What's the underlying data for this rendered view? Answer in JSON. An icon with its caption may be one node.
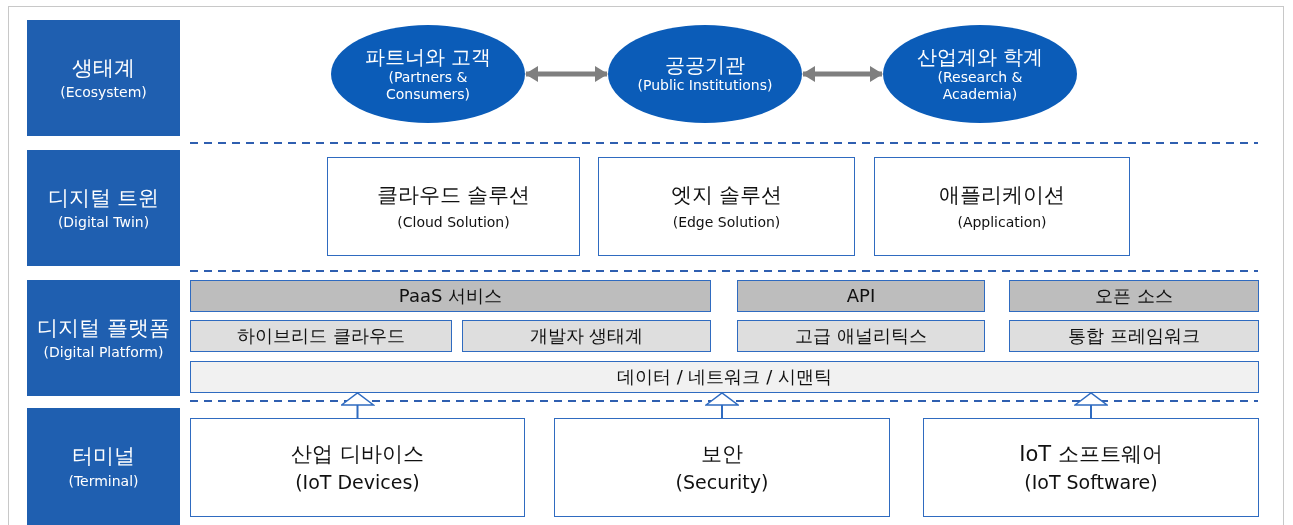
{
  "diagram": {
    "nodes": [
      {
        "text": [
          "생태계",
          "(Ecosystem)"
        ]
      },
      {
        "text": [
          "파트너와 고객",
          "(Partners & Consumers)"
        ]
      },
      {
        "text": [
          "공공기관",
          "(Public Institutions)"
        ]
      },
      {
        "text": [
          "산업계와 학계",
          "(Research & Academia)"
        ]
      },
      {
        "text": [
          "디지털 트윈",
          "(Digital Twin)"
        ]
      },
      {
        "text": [
          "클라우드 솔루션",
          "(Cloud Solution)"
        ]
      },
      {
        "text": [
          "엣지 솔루션",
          "(Edge Solution)"
        ]
      },
      {
        "text": [
          "애플리케이션",
          "(Application)"
        ]
      },
      {
        "text": [
          "디지털 플랫폼",
          "(Digital Platform)"
        ]
      },
      {
        "text": [
          "PaaS 서비스"
        ]
      },
      {
        "text": [
          "API"
        ]
      },
      {
        "text": [
          "오픈 소스"
        ]
      },
      {
        "text": [
          "하이브리드 클라우드"
        ]
      },
      {
        "text": [
          "개발자 생태계"
        ]
      },
      {
        "text": [
          "고급 애널리틱스"
        ]
      },
      {
        "text": [
          "통합 프레임워크"
        ]
      },
      {
        "text": [
          "데이터 / 네트워크 / 시맨틱"
        ]
      },
      {
        "text": [
          "터미널",
          "(Terminal)"
        ]
      },
      {
        "text": [
          "산업 디바이스",
          "(IoT Devices)"
        ]
      },
      {
        "text": [
          "보안",
          "(Security)"
        ]
      },
      {
        "text": [
          "IoT 소프트웨어",
          "(IoT Software)"
        ]
      }
    ],
    "edges": [
      {
        "from": 1,
        "to": 2,
        "arrow": "both",
        "style": "thick"
      },
      {
        "from": 2,
        "to": 3,
        "arrow": "both",
        "style": "thick"
      },
      {
        "from": 18,
        "to": 16,
        "arrow": "to"
      },
      {
        "from": 19,
        "to": 16,
        "arrow": "to"
      },
      {
        "from": 20,
        "to": 16,
        "arrow": "to"
      }
    ]
  }
}
